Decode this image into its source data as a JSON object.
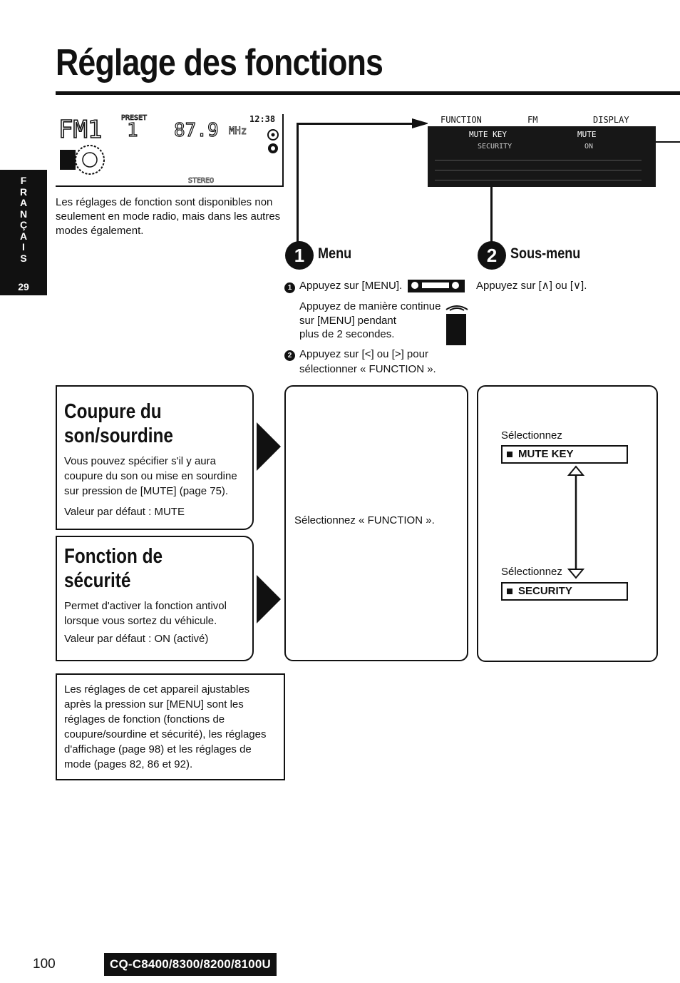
{
  "page_title": "Réglage des fonctions",
  "side_tab": {
    "letters": [
      "F",
      "R",
      "A",
      "N",
      "Ç",
      "A",
      "I",
      "S"
    ],
    "section_number": "29"
  },
  "radio_display": {
    "band": "FM1",
    "preset_label": "PRESET",
    "preset_number": "1",
    "frequency": "87.9",
    "unit": "MHz",
    "clock": "12:38",
    "stereo": "STEREO"
  },
  "intro_text": "Les réglages de fonction sont disponibles non seulement en mode radio, mais dans les autres modes également.",
  "screen": {
    "tab_function": "FUNCTION",
    "tab_fm": "FM",
    "tab_display": "DISPLAY",
    "item_mute_key": "MUTE KEY",
    "value_mute": "MUTE",
    "item_security": "SECURITY",
    "value_on": "ON"
  },
  "step1": {
    "number": "1",
    "heading": "Menu",
    "bullet_a": "Appuyez sur [MENU].",
    "alt_line1": "Appuyez de manière continue",
    "alt_line2": "sur [MENU] pendant",
    "alt_line3": "plus de 2 secondes.",
    "bullet_b_line1": "Appuyez sur [<] ou [>] pour",
    "bullet_b_line2": "sélectionner « FUNCTION »."
  },
  "step2": {
    "number": "2",
    "heading": "Sous-menu",
    "text": "Appuyez sur [∧] ou [∨]."
  },
  "features": {
    "mute": {
      "title_line1": "Coupure du",
      "title_line2": "son/sourdine",
      "body": "Vous pouvez spécifier s'il y aura coupure du son ou mise en sourdine sur pression de [MUTE] (page 75).",
      "default": "Valeur par défaut : MUTE"
    },
    "security": {
      "title_line1": "Fonction de",
      "title_line2": "sécurité",
      "body": "Permet d'activer la fonction antivol lorsque vous sortez du véhicule.",
      "default": "Valeur par défaut : ON (activé)"
    }
  },
  "menu_panel": {
    "text": "Sélectionnez « FUNCTION »."
  },
  "submenu_panel": {
    "select1": "Sélectionnez",
    "option1": "MUTE KEY",
    "select2": "Sélectionnez",
    "option2": "SECURITY"
  },
  "note": "Les réglages de cet appareil ajustables après la pression sur [MENU] sont les réglages de fonction (fonctions de coupure/sourdine et sécurité), les réglages d'affichage (page 98) et les réglages de mode (pages 82, 86 et 92).",
  "footer": {
    "page_number": "100",
    "model": "CQ-C8400/8300/8200/8100U"
  }
}
